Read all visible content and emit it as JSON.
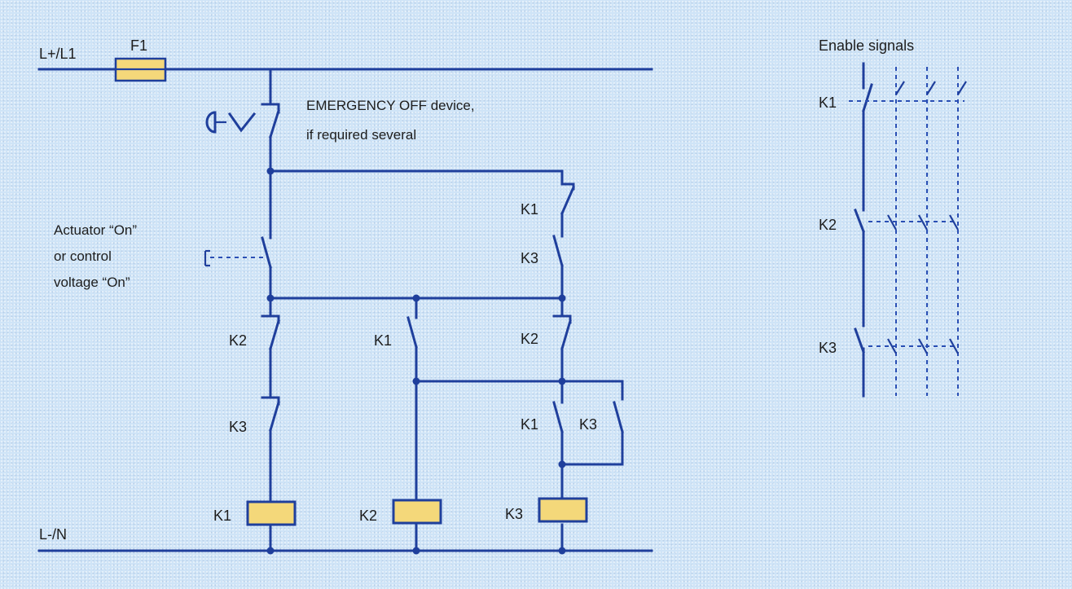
{
  "rails": {
    "top": "L+/L1",
    "bottom": "L-/N"
  },
  "fuse": "F1",
  "emergency_off": {
    "line1": "EMERGENCY OFF device,",
    "line2": "if required several"
  },
  "actuator": {
    "line1": "Actuator “On”",
    "line2": "or control",
    "line3": "voltage “On”"
  },
  "contacts": {
    "k1_hold": "K1",
    "k3_hold": "K3",
    "k2_branch1": "K2",
    "k3_branch1": "K3",
    "k1_branch2": "K1",
    "k2_branch3": "K2",
    "k1_branch3": "K1",
    "k3_branch3_hold": "K3"
  },
  "coils": {
    "k1": "K1",
    "k2": "K2",
    "k3": "K3"
  },
  "enable_signals": {
    "title": "Enable signals",
    "k1": "K1",
    "k2": "K2",
    "k3": "K3"
  },
  "colors": {
    "wire": "#1f3f9c",
    "coil_fill": "#f4d87a",
    "background": "#cfe4f7"
  }
}
